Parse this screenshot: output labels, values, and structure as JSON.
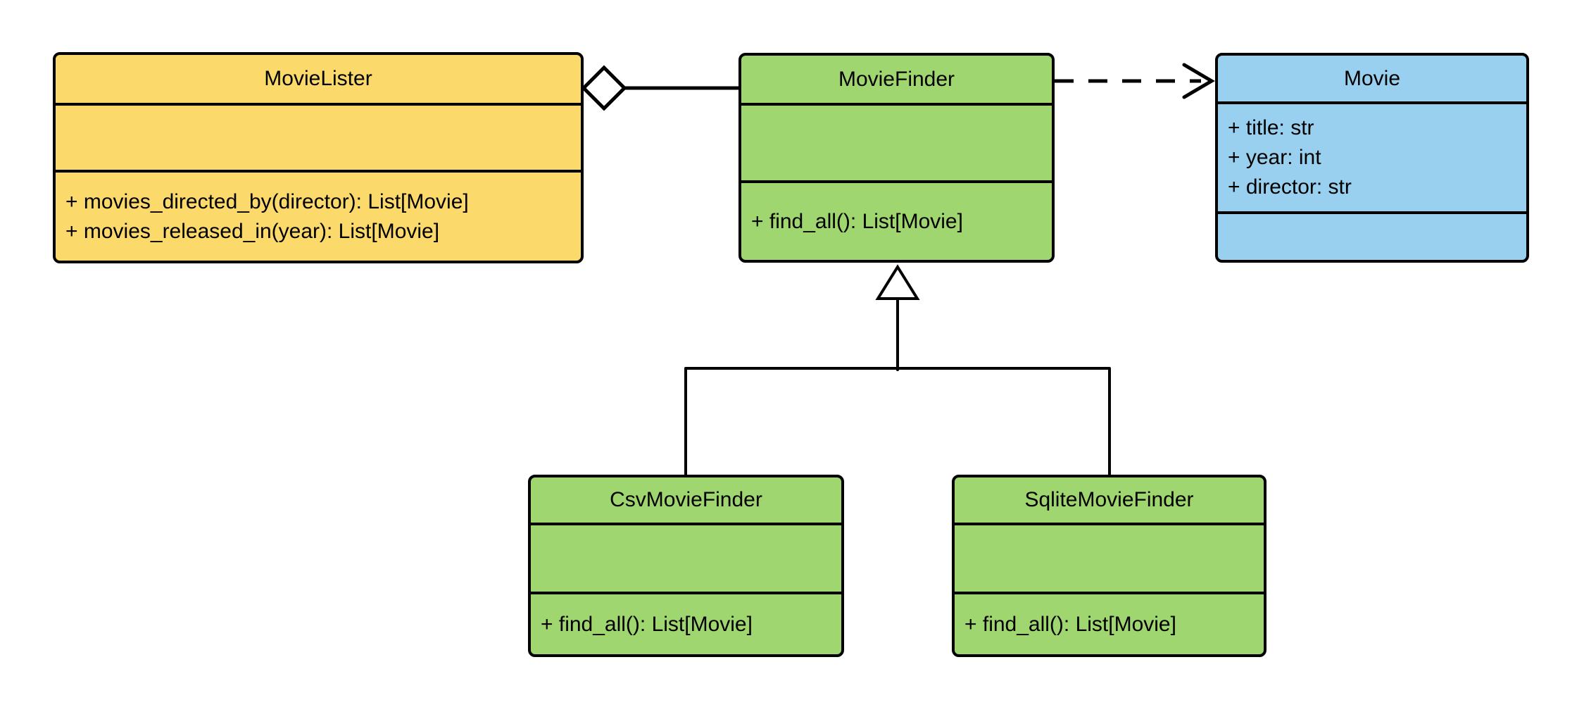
{
  "colors": {
    "background": "#FFFFFF",
    "stroke": "#000000",
    "yellow_fill": "#FBD96B",
    "green_fill": "#9FD66F",
    "blue_fill": "#9AD0EF"
  },
  "classes": [
    {
      "name": "MovieLister",
      "fill": "#FBD96B",
      "attributes": [],
      "methods": [
        "+ movies_directed_by(director): List[Movie]",
        "+ movies_released_in(year): List[Movie]"
      ]
    },
    {
      "name": "MovieFinder",
      "fill": "#9FD66F",
      "attributes": [],
      "methods": [
        "+ find_all(): List[Movie]"
      ]
    },
    {
      "name": "Movie",
      "fill": "#9AD0EF",
      "attributes": [
        "+ title: str",
        "+ year: int",
        "+ director: str"
      ],
      "methods": []
    },
    {
      "name": "CsvMovieFinder",
      "fill": "#9FD66F",
      "attributes": [],
      "methods": [
        "+ find_all(): List[Movie]"
      ]
    },
    {
      "name": "SqliteMovieFinder",
      "fill": "#9FD66F",
      "attributes": [],
      "methods": [
        "+ find_all(): List[Movie]"
      ]
    }
  ],
  "relationships": [
    {
      "type": "aggregation",
      "source": "MovieLister",
      "target": "MovieFinder",
      "line": "solid",
      "marker": "hollow diamond at MovieLister"
    },
    {
      "type": "dependency",
      "source": "MovieFinder",
      "target": "Movie",
      "line": "dashed",
      "marker": "open arrowhead at Movie"
    },
    {
      "type": "generalization",
      "source": "CsvMovieFinder",
      "target": "MovieFinder",
      "line": "solid",
      "marker": "hollow triangle at MovieFinder"
    },
    {
      "type": "generalization",
      "source": "SqliteMovieFinder",
      "target": "MovieFinder",
      "line": "solid",
      "marker": "hollow triangle at MovieFinder"
    }
  ]
}
